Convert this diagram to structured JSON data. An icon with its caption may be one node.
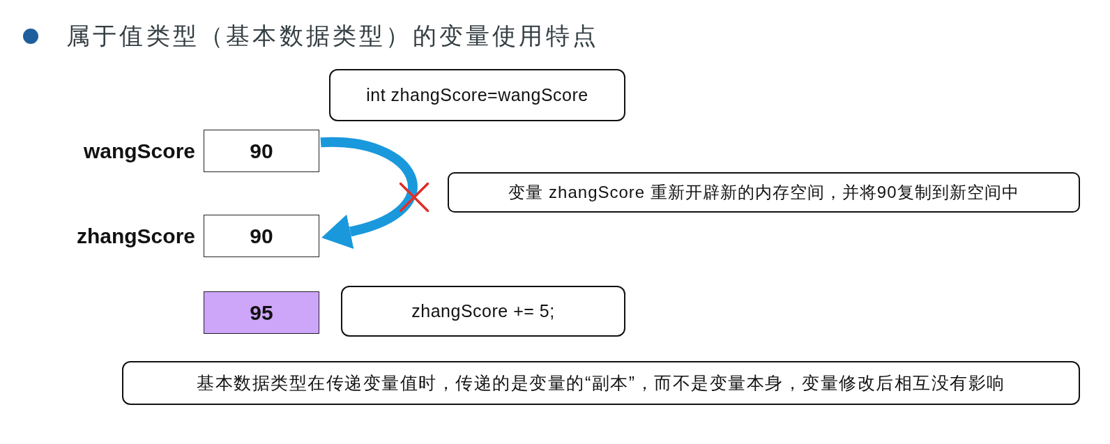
{
  "diagram": {
    "title": "属于值类型（基本数据类型）的变量使用特点",
    "nodes": [
      {
        "text": [
          "int zhangScore=wangScore"
        ]
      },
      {
        "text": [
          "90"
        ],
        "beside": [
          "wangScore"
        ]
      },
      {
        "text": [
          "变量 zhangScore 重新开辟新的内存空间，并将90复制到新空间中"
        ]
      },
      {
        "text": [
          "90"
        ],
        "beside": [
          "zhangScore"
        ]
      },
      {
        "text": [
          "95"
        ]
      },
      {
        "text": [
          "zhangScore += 5;"
        ]
      },
      {
        "text": [
          "基本数据类型在传递变量值时，传递的是变量的“副本”，而不是变量本身，变量修改后相互没有影响"
        ]
      }
    ],
    "edges": [
      {
        "from": 1,
        "to": 3,
        "arrow": "to",
        "color": "#1a98dc"
      }
    ]
  }
}
